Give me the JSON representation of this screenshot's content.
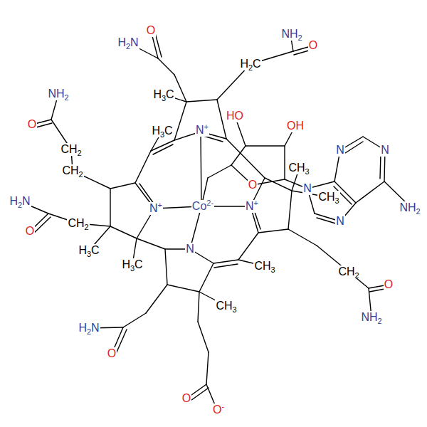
{
  "diagram": {
    "labels": [
      "O",
      "H2N",
      "NH2",
      "O",
      "H2C",
      "H3C",
      "HO",
      "OH",
      "NH2",
      "O",
      "H3C",
      "N+",
      "CH2",
      "N",
      "N",
      "CH2",
      "O",
      "CH3",
      "N",
      "H2N",
      "N+",
      "Co2-",
      "N+",
      "CH3",
      "NH2",
      "O",
      "CH2",
      "N",
      "H3C",
      "N",
      "H3C",
      "CH3",
      "CH2",
      "O",
      "CH3",
      "NH2",
      "H2N",
      "O",
      "O",
      "O-"
    ]
  }
}
